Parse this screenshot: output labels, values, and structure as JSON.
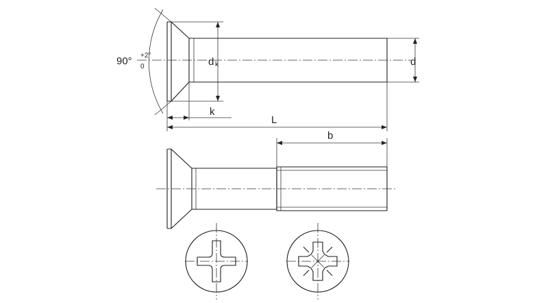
{
  "diagram": {
    "labels": {
      "angle_value": "90°",
      "tolerance_upper": "+2°",
      "tolerance_lower": "0",
      "head_diameter": "d",
      "head_diameter_sub": "k",
      "head_height": "k",
      "length": "L",
      "thread_diameter": "d",
      "thread_length": "b"
    }
  }
}
